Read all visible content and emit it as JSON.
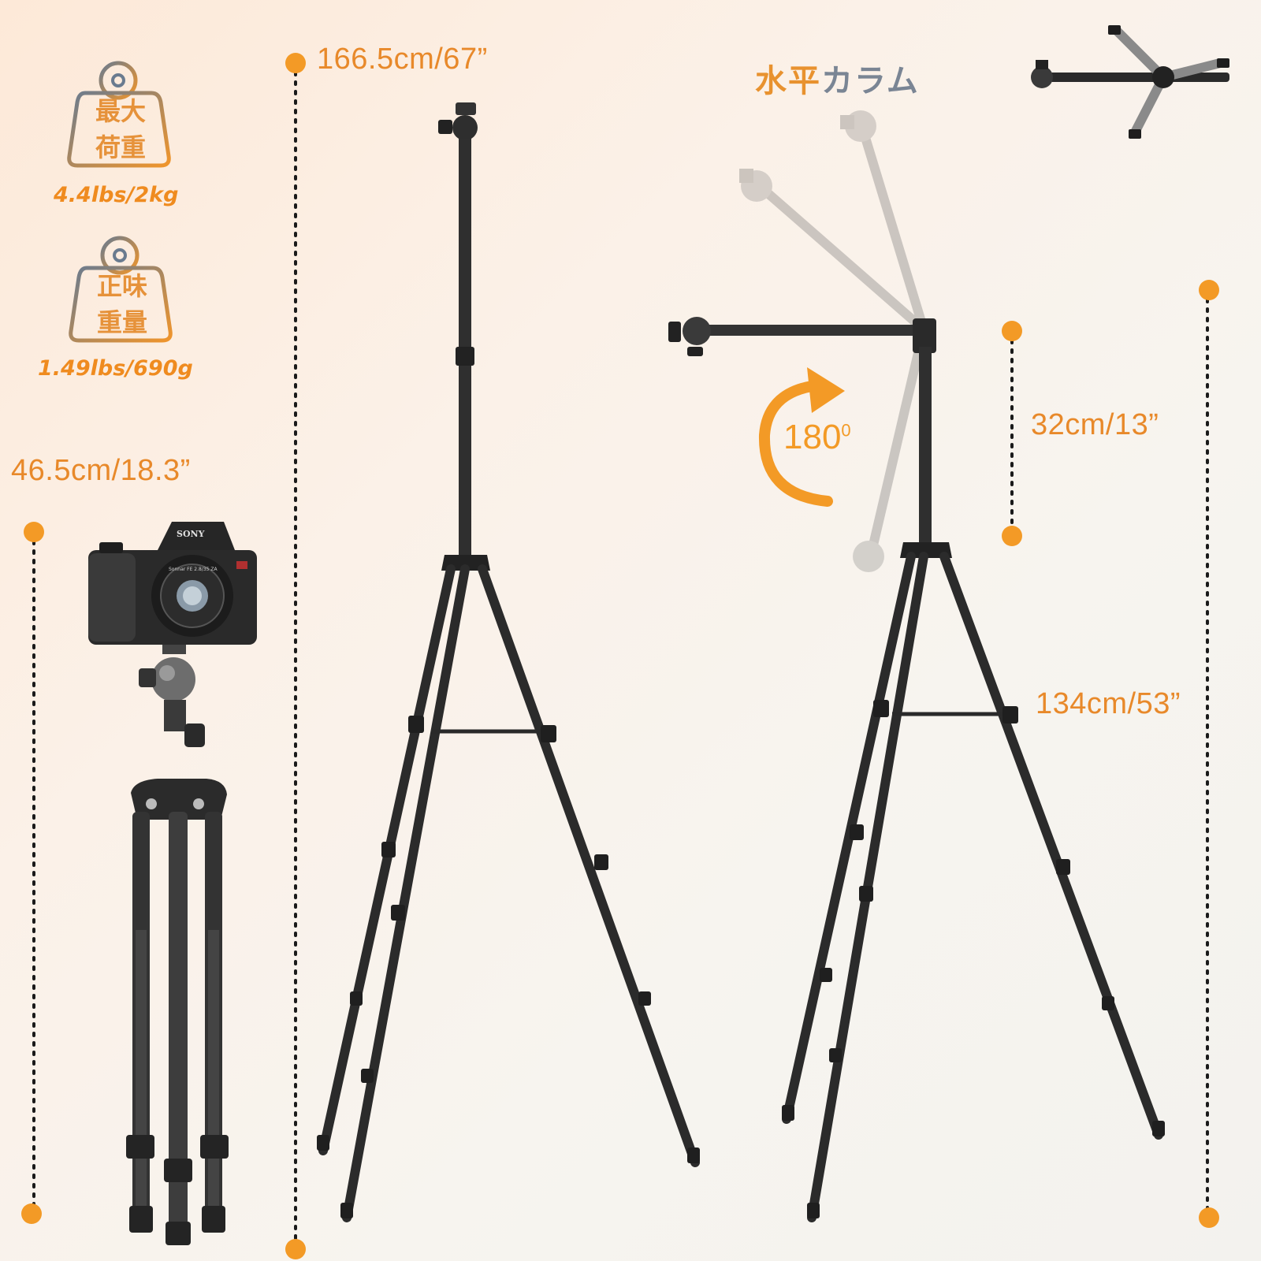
{
  "specs": {
    "max_load": {
      "label_line1": "最大",
      "label_line2": "荷重",
      "value": "4.4lbs/2kg"
    },
    "net_weight": {
      "label_line1": "正味",
      "label_line2": "重量",
      "value": "1.49lbs/690g"
    }
  },
  "dimensions": {
    "folded_height": "46.5cm/18.3”",
    "max_height": "166.5cm/67”",
    "arm_length": "32cm/13”",
    "column_height": "134cm/53”"
  },
  "rotation": {
    "angle": "180",
    "degree_mark": "0"
  },
  "column": {
    "title_part1": "水平",
    "title_part2": "カラム"
  },
  "camera": {
    "brand": "SONY",
    "lens_text": "Sonnar FE 2.8/35 ZA"
  },
  "colors": {
    "accent": "#f39a26",
    "label": "#e8892a",
    "tripod": "#2b2b2b"
  }
}
